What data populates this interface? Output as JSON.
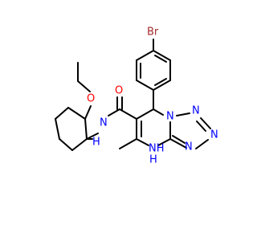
{
  "structure": {
    "atoms": {
      "br": {
        "text": "Br",
        "color": "#a52a2a"
      },
      "o_ether": {
        "text": "O",
        "color": "#ff0000"
      },
      "o_carbonyl": {
        "text": "O",
        "color": "#ff0000"
      },
      "n_amide": {
        "text": "N",
        "color": "#0000ff"
      },
      "h_amide": {
        "text": "H",
        "color": "#0000ff"
      },
      "n_ring_a": {
        "text": "N",
        "color": "#0000ff"
      },
      "n_ring_b": {
        "text": "N",
        "color": "#0000ff"
      },
      "n_ring_c": {
        "text": "N",
        "color": "#0000ff"
      },
      "n_ring_d": {
        "text": "N",
        "color": "#0000ff"
      },
      "nh_ring": {
        "text": "NH",
        "color": "#0000ff"
      },
      "nh_ring_h": {
        "text": "H",
        "color": "#0000ff"
      }
    },
    "bond_color": "#000000"
  }
}
